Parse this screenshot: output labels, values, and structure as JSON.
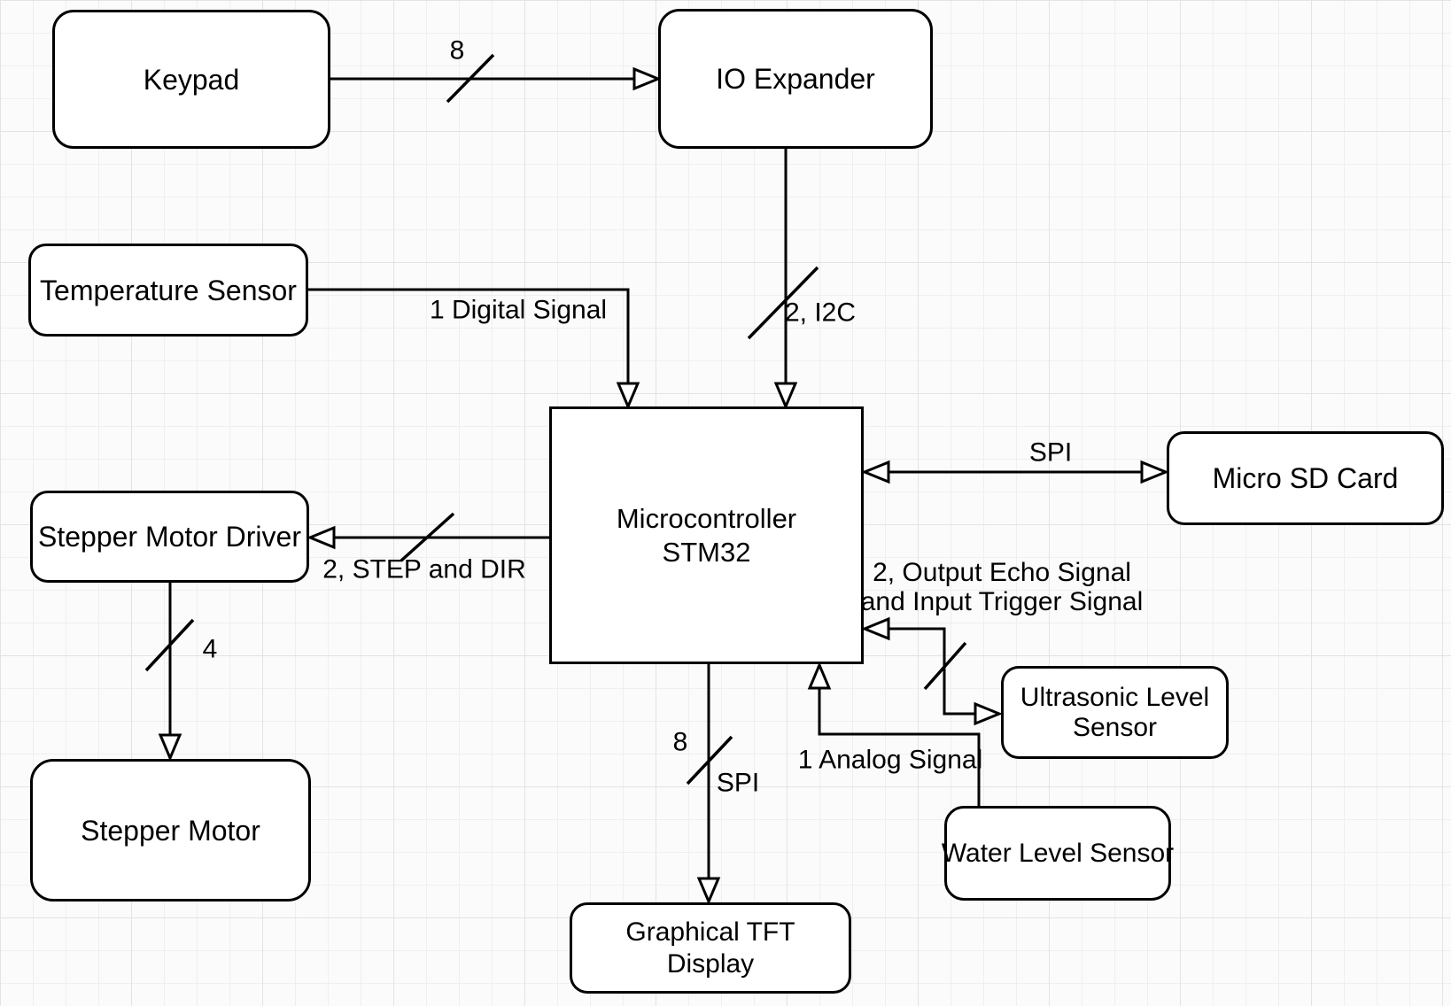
{
  "diagram": {
    "title": "Microcontroller system block diagram",
    "colors": {
      "background": "#fbfbfb",
      "grid_minor": "#efefef",
      "grid_major": "#e3e3e3",
      "box_fill": "#ffffff",
      "stroke": "#000000",
      "text": "#000000"
    },
    "nodes": {
      "keypad": {
        "label": "Keypad"
      },
      "io_expander": {
        "label": "IO Expander"
      },
      "temp_sensor": {
        "label": "Temperature Sensor"
      },
      "mcu": {
        "line1": "Microcontroller",
        "line2": "STM32"
      },
      "micro_sd": {
        "label": "Micro SD Card"
      },
      "stepper_driver": {
        "label": "Stepper Motor Driver"
      },
      "stepper_motor": {
        "label": "Stepper Motor"
      },
      "ultrasonic": {
        "line1": "Ultrasonic Level",
        "line2": "Sensor"
      },
      "water_sensor": {
        "label": "Water Level Sensor"
      },
      "tft_display": {
        "line1": "Graphical TFT",
        "line2": "Display"
      }
    },
    "edges": {
      "keypad_to_io": {
        "label": "8"
      },
      "io_to_mcu": {
        "label": "2, I2C"
      },
      "temp_to_mcu": {
        "label": "1 Digital Signal"
      },
      "mcu_sd": {
        "label": "SPI"
      },
      "mcu_to_driver": {
        "label": "2, STEP and DIR"
      },
      "driver_to_motor": {
        "label": "4"
      },
      "mcu_to_tft": {
        "bus_label": "8",
        "proto_label": "SPI"
      },
      "mcu_ultrasonic": {
        "label_line1": "2, Output Echo Signal",
        "label_line2": "and Input Trigger Signal"
      },
      "water_to_mcu": {
        "label": "1 Analog Signal"
      }
    }
  }
}
